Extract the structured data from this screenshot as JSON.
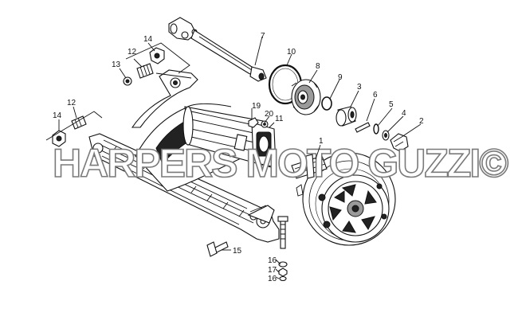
{
  "diagram": {
    "watermark": "HARPERS MOTO GUZZI©",
    "callouts": [
      "1",
      "2",
      "3",
      "4",
      "5",
      "6",
      "7",
      "8",
      "9",
      "10",
      "11",
      "12",
      "12",
      "13",
      "14",
      "14",
      "15",
      "16",
      "16",
      "17",
      "19",
      "20"
    ]
  }
}
